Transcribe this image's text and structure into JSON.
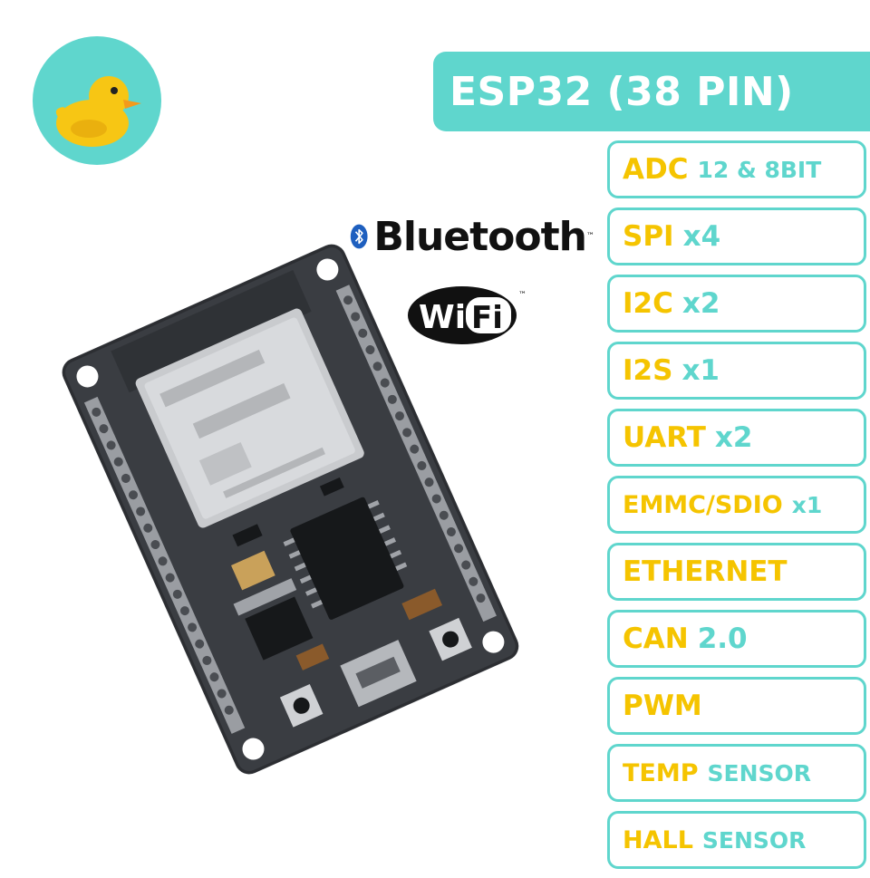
{
  "title": "ESP32 (38 PIN)",
  "logos": {
    "bluetooth_word": "Bluetooth",
    "bluetooth_tm": "™",
    "wifi_left": "Wi",
    "wifi_right": "Fi",
    "wifi_tm": "™",
    "brand_icon": "rubber-duck-icon"
  },
  "features": [
    {
      "main": "ADC",
      "sub": "12 & 8BIT"
    },
    {
      "main": "SPI",
      "sub": "x4"
    },
    {
      "main": "I2C",
      "sub": "x2"
    },
    {
      "main": "I2S",
      "sub": "x1"
    },
    {
      "main": "UART",
      "sub": "x2"
    },
    {
      "main": "EMMC/SDIO",
      "sub": "x1"
    },
    {
      "main": "ETHERNET",
      "sub": ""
    },
    {
      "main": "CAN",
      "sub": "2.0"
    },
    {
      "main": "PWM",
      "sub": ""
    },
    {
      "main": "TEMP",
      "sub": "SENSOR"
    },
    {
      "main": "HALL",
      "sub": "SENSOR"
    }
  ],
  "colors": {
    "teal": "#5fd6cd",
    "yellow": "#f5c400",
    "board": "#3a3d42"
  }
}
